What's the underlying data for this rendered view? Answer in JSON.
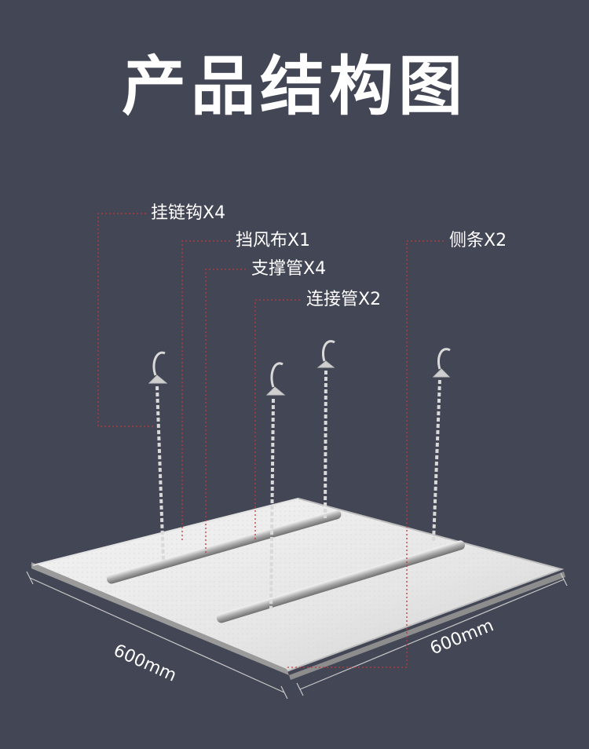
{
  "title": "产品结构图",
  "callouts": {
    "hook": "挂链钩X4",
    "cloth": "挡风布X1",
    "support": "支撑管X4",
    "connector": "连接管X2",
    "side": "侧条X2"
  },
  "dimensions": {
    "left": "600mm",
    "right": "600mm"
  },
  "colors": {
    "background": "#434655",
    "leader": "#c0393b",
    "text": "#ffffff"
  }
}
